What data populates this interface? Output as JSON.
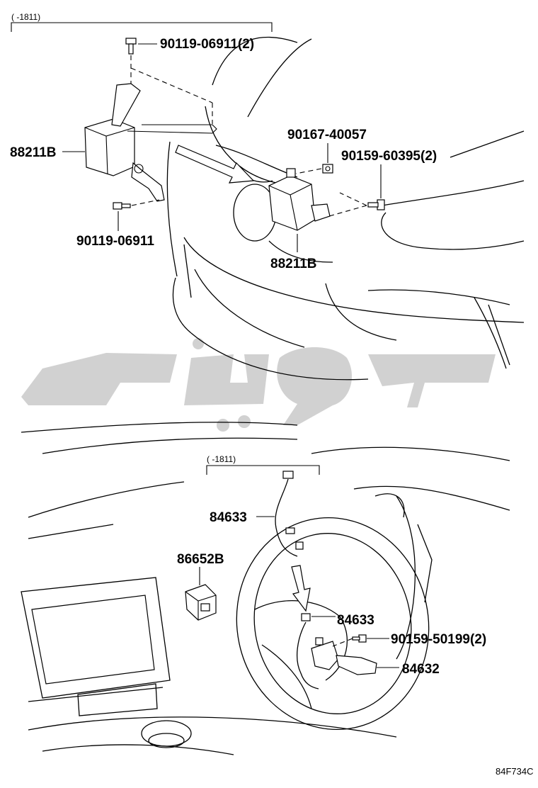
{
  "sections": [
    {
      "range_label": "(      -1811)"
    },
    {
      "range_label": "(      -1811)"
    }
  ],
  "callouts": {
    "bolt_top": "90119-06911(2)",
    "sensor_left": "88211B",
    "bolt_bottom_left": "90119-06911",
    "nut_center": "90167-40057",
    "bolt_right": "90159-60395(2)",
    "sensor_mounted": "88211B",
    "wire_upper": "84633",
    "relay": "86652B",
    "wire_lower": "84633",
    "screw_switch": "90159-50199(2)",
    "switch": "84632"
  },
  "diagram_code": "84F734C",
  "icons": [
    "bolt-icon",
    "nut-icon",
    "screw-icon",
    "arrow-icon"
  ]
}
